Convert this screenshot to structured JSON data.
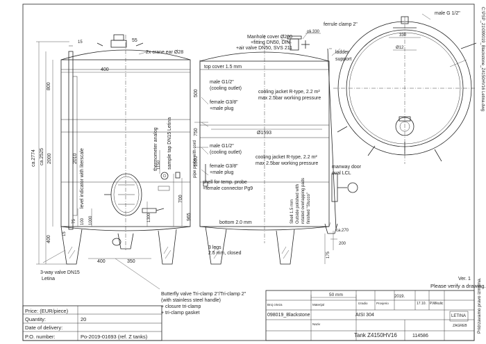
{
  "side_view": {
    "dims": {
      "d55": "55",
      "d400_top": "400",
      "d15": "15",
      "crane_ear": "2x crane ear Ø28",
      "h2774": "ca.2774",
      "h2525": "ca.2525",
      "h2000": "2000",
      "h2010": "2010",
      "h800": "800",
      "d500": "500",
      "d750": "750",
      "d700": "700",
      "d965": "965",
      "d1150": "1150",
      "d1500": "1500",
      "d1300": "1300",
      "d100": "100",
      "d1000": "1000",
      "d400_low": "400",
      "d400_bottom": "400",
      "d350": "350",
      "d75": "75",
      "d15b": "15"
    },
    "labels": {
      "level_indicator": "level indicator with literscale",
      "thermometer": "thermometer analog",
      "sample_tap": "sample tap DN15 Letina",
      "three_way_valve": "3-way valve DN15",
      "letina": "Letina",
      "butterfly_1": "Butterfly valve Tri-clamp 2\"/Tri-clamp 2\"",
      "butterfly_2": "(with stainless steel handle)",
      "butterfly_3": "+ closure tri-clamp",
      "butterfly_4": "+ tri-clamp gasket"
    }
  },
  "front_view": {
    "labels": {
      "manhole_1": "Manhole cover Ø200",
      "manhole_2": "+fitting DN50, DIN",
      "manhole_3": "+air valve DN50, SVS 211",
      "ferrule": "ferrule clamp 2\"",
      "ca330": "ca.330",
      "top_cover": "top cover 1.5 mm",
      "male_1a": "male G1/2\"",
      "male_1b": "(cooling outlet)",
      "female_1a": "female G3/8\"",
      "female_1b": "+male plug",
      "jacket_1a": "cooling jacket R-type, 2.2 m²",
      "jacket_1b": "max 2.5bar working pressure",
      "d1593": "Ø1593",
      "male_2a": "male G1/2\"",
      "male_2b": "(cooling outlet)",
      "female_2a": "female G3/8\"",
      "female_2b": "+male plug",
      "jacket_2a": "cooling jacket R-type, 2.2 m²",
      "jacket_2b": "max 2.5bar working pressure",
      "pipe_probe": "pipe probe with cord",
      "shell_probe_1": "shell for temp. probe",
      "shell_probe_2": "+female connector Pg9",
      "bottom": "bottom 2.0 mm",
      "shell_1": "Shell 1.5 mm",
      "shell_2": "Outside polished with",
      "shell_3": "rotated overlapping pads",
      "shell_4": "finished \"Stucco\"",
      "legs_1": "3 legs",
      "legs_2": "2.5 mm, closed",
      "ca270": "ca.270",
      "d175": "175",
      "d200": "200"
    }
  },
  "top_view": {
    "labels": {
      "male_g": "male G 1/2\"",
      "ladder_1": "ladder",
      "ladder_2": "support",
      "d330": "330",
      "d12": "Ø12",
      "manway_1": "manway door",
      "manway_2": "oval LCL"
    }
  },
  "title_block": {
    "ver": "Ver. 1",
    "verify": "Please verify a drawing.",
    "scale": "50 mm",
    "year": "2019.",
    "created": "Izradio",
    "checked": "Provjerio",
    "date": "17.10.",
    "name": "P.Mikulic",
    "material_lbl": "Materijal",
    "material": "AISI 304",
    "drawing_lbl": "Broj crteza",
    "drawing_no": "098019_Blackstone",
    "part_lbl": "Naziv",
    "part": "Tank Z4150HV16",
    "number": "114586",
    "company": "LETINA",
    "company_sub": "ZAGREB",
    "side_text": "Pridrzavamo pravo izmjena."
  },
  "order_table": {
    "rows": [
      {
        "label": "Price: (EUR/piece)",
        "value": ""
      },
      {
        "label": "Quantity:",
        "value": "20"
      },
      {
        "label": "Date of delivery:",
        "value": ""
      },
      {
        "label": "P.O. number:",
        "value": "Po-2019-01693 (ref. Z tanks)"
      }
    ]
  },
  "margin_text": "C:\\PSP_21\\099019_Blackstone_Z4150HV16 Letina.dwg"
}
